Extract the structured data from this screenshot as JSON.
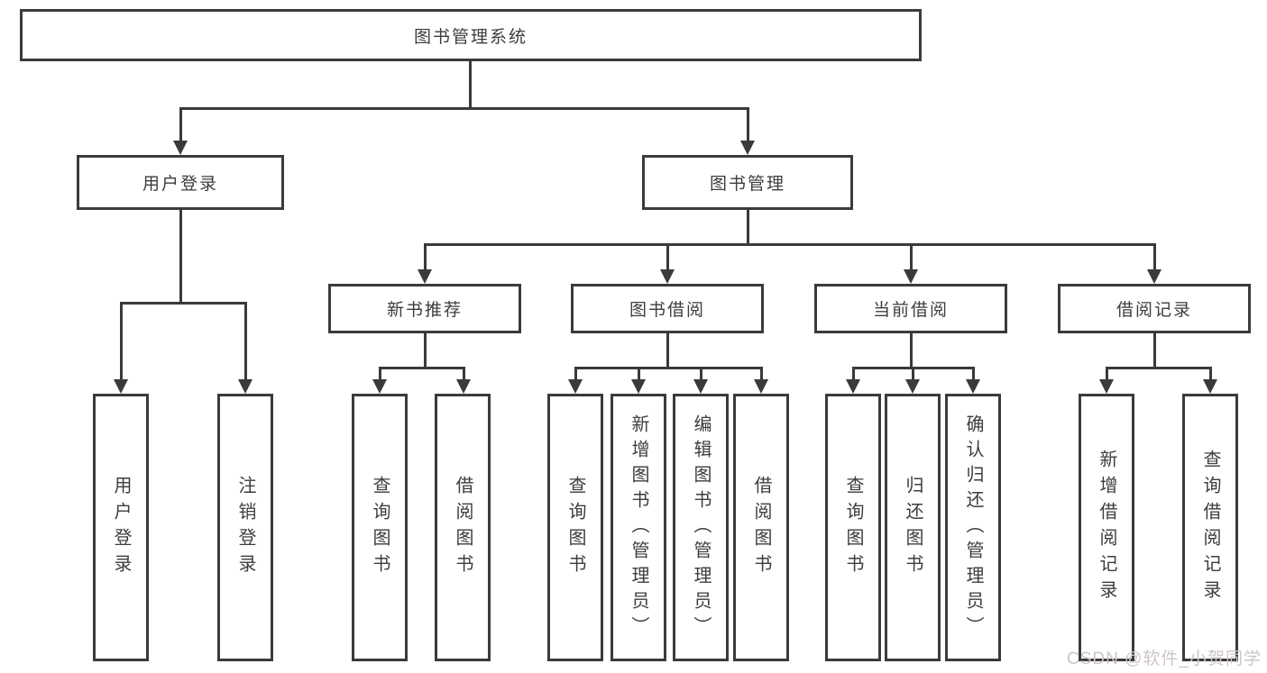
{
  "nodes": {
    "root": {
      "label": "图书管理系统"
    },
    "user_login": {
      "label": "用户登录"
    },
    "book_mgmt": {
      "label": "图书管理"
    },
    "new_book_rec": {
      "label": "新书推荐"
    },
    "book_borrow": {
      "label": "图书借阅"
    },
    "current_borrow": {
      "label": "当前借阅"
    },
    "borrow_record": {
      "label": "借阅记录"
    },
    "leaf_user_login": {
      "label": "用户登录"
    },
    "leaf_logout": {
      "label": "注销登录"
    },
    "leaf_query_book_1": {
      "label": "查询图书"
    },
    "leaf_borrow_book_1": {
      "label": "借阅图书"
    },
    "leaf_query_book_2": {
      "label": "查询图书"
    },
    "leaf_add_book": {
      "label": "新增图书（管理员）"
    },
    "leaf_edit_book": {
      "label": "编辑图书（管理员）"
    },
    "leaf_borrow_book_2": {
      "label": "借阅图书"
    },
    "leaf_query_book_3": {
      "label": "查询图书"
    },
    "leaf_return_book": {
      "label": "归还图书"
    },
    "leaf_confirm_return": {
      "label": "确认归还（管理员）"
    },
    "leaf_add_record": {
      "label": "新增借阅记录"
    },
    "leaf_query_record": {
      "label": "查询借阅记录"
    }
  },
  "watermark": {
    "text": "CSDN @软件_小贺同学"
  },
  "colors": {
    "line": "#3a3a3a",
    "box_border": "#3b3b3b",
    "box_bg": "#ffffff",
    "text": "#3d3d3d",
    "watermark": "#cdc4c8"
  }
}
